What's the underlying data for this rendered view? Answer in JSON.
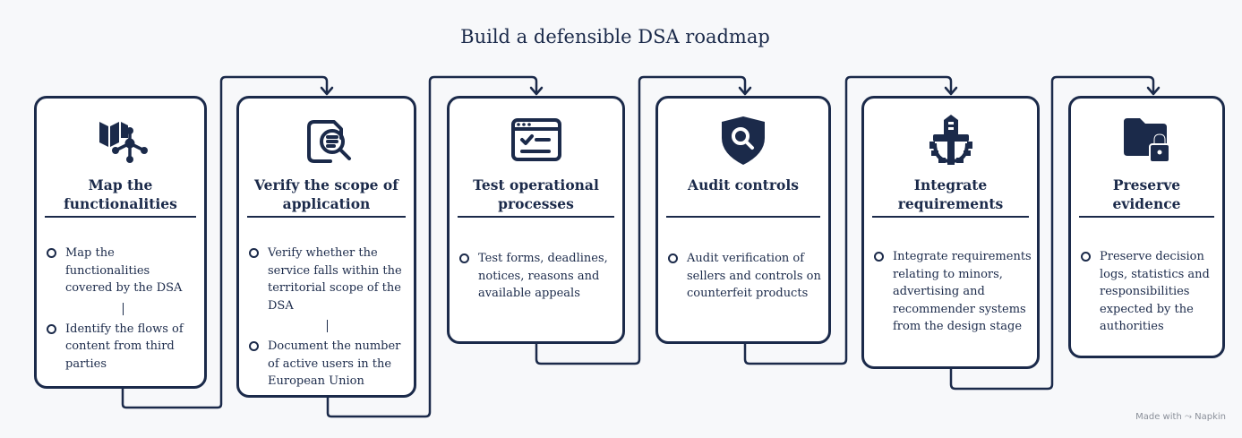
{
  "title": "Build a defensible DSA roadmap",
  "steps": [
    {
      "title": "Map the functionalities",
      "icon": "map-network-icon",
      "items": [
        "Map the functionalities covered by the DSA",
        "Identify the flows of content from third parties"
      ]
    },
    {
      "title": "Verify the scope of application",
      "icon": "document-search-icon",
      "items": [
        "Verify whether the service falls within the territorial scope of the DSA",
        "Document the number of active users in the European Union"
      ]
    },
    {
      "title": "Test operational processes",
      "icon": "form-checklist-icon",
      "items": [
        "Test forms, deadlines, notices, reasons and available appeals"
      ]
    },
    {
      "title": "Audit controls",
      "icon": "shield-search-icon",
      "items": [
        "Audit verification of sellers and controls on counterfeit products"
      ]
    },
    {
      "title": "Integrate requirements",
      "icon": "building-gear-icon",
      "items": [
        "Integrate requirements relating to minors, advertising and recommender systems from the design stage"
      ]
    },
    {
      "title": "Preserve evidence",
      "icon": "folder-lock-icon",
      "items": [
        "Preserve decision logs, statistics and responsibilities expected by the authorities"
      ]
    }
  ],
  "watermark": "Made with ⤳ Napkin",
  "colors": {
    "navy": "#1b2a4a",
    "card_bg": "#ffffff",
    "page_bg": "#f7f8fa"
  }
}
